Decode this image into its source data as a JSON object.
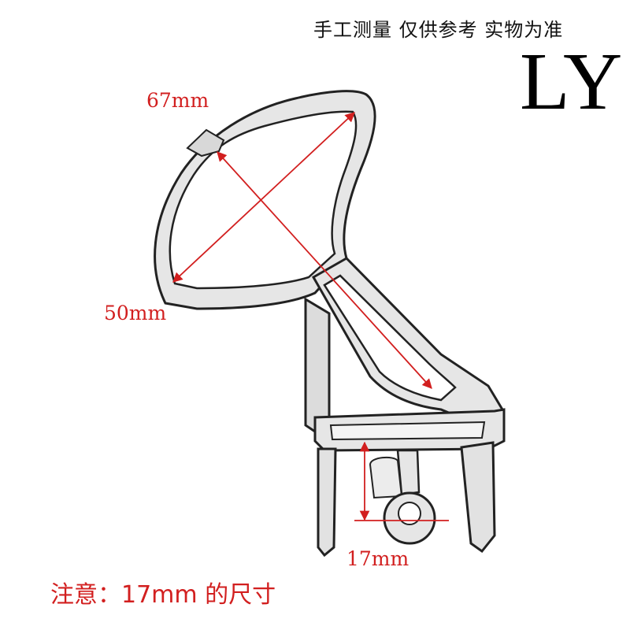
{
  "disclaimer": "手工测量 仅供参考 实物为准",
  "brand": "LY",
  "dimensions": {
    "top_diagonal": "67mm",
    "cross_diagonal": "50mm",
    "foot_height": "17mm"
  },
  "note": "注意：17mm 的尺寸",
  "colors": {
    "dimension": "#d21f1f",
    "outline": "#222222",
    "profile_fill": "#e6e6e6"
  }
}
